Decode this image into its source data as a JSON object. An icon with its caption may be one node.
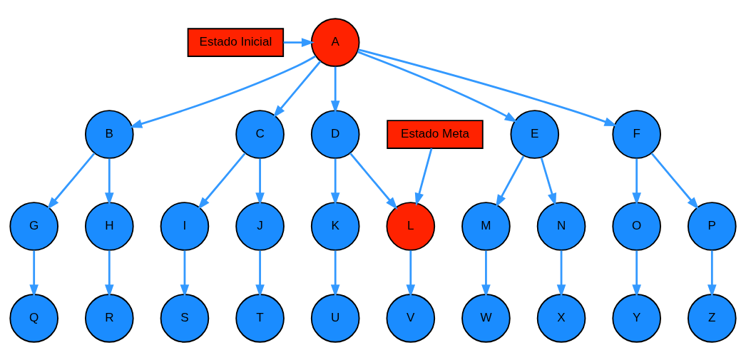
{
  "diagram": {
    "nodes": [
      {
        "text": [
          "Estado Inicial"
        ]
      },
      {
        "text": [
          "A"
        ]
      },
      {
        "text": [
          "B"
        ]
      },
      {
        "text": [
          "C"
        ]
      },
      {
        "text": [
          "D"
        ]
      },
      {
        "text": [
          "E"
        ]
      },
      {
        "text": [
          "F"
        ]
      },
      {
        "text": [
          "Estado Meta"
        ]
      },
      {
        "text": [
          "G"
        ]
      },
      {
        "text": [
          "H"
        ]
      },
      {
        "text": [
          "I"
        ]
      },
      {
        "text": [
          "J"
        ]
      },
      {
        "text": [
          "K"
        ]
      },
      {
        "text": [
          "L"
        ]
      },
      {
        "text": [
          "M"
        ]
      },
      {
        "text": [
          "N"
        ]
      },
      {
        "text": [
          "O"
        ]
      },
      {
        "text": [
          "P"
        ]
      },
      {
        "text": [
          "Q"
        ]
      },
      {
        "text": [
          "R"
        ]
      },
      {
        "text": [
          "S"
        ]
      },
      {
        "text": [
          "T"
        ]
      },
      {
        "text": [
          "U"
        ]
      },
      {
        "text": [
          "V"
        ]
      },
      {
        "text": [
          "W"
        ]
      },
      {
        "text": [
          "X"
        ]
      },
      {
        "text": [
          "Y"
        ]
      },
      {
        "text": [
          "Z"
        ]
      }
    ],
    "edges": [
      {
        "from": 0,
        "to": 1,
        "arrow": "to"
      },
      {
        "from": 1,
        "to": 2,
        "arrow": "to"
      },
      {
        "from": 1,
        "to": 3,
        "arrow": "to"
      },
      {
        "from": 1,
        "to": 4,
        "arrow": "to"
      },
      {
        "from": 1,
        "to": 5,
        "arrow": "to"
      },
      {
        "from": 1,
        "to": 6,
        "arrow": "to"
      },
      {
        "from": 2,
        "to": 8,
        "arrow": "to"
      },
      {
        "from": 2,
        "to": 9,
        "arrow": "to"
      },
      {
        "from": 3,
        "to": 10,
        "arrow": "to"
      },
      {
        "from": 3,
        "to": 11,
        "arrow": "to"
      },
      {
        "from": 4,
        "to": 12,
        "arrow": "to"
      },
      {
        "from": 4,
        "to": 13,
        "arrow": "to"
      },
      {
        "from": 7,
        "to": 13,
        "arrow": "to"
      },
      {
        "from": 5,
        "to": 14,
        "arrow": "to"
      },
      {
        "from": 5,
        "to": 15,
        "arrow": "to"
      },
      {
        "from": 6,
        "to": 16,
        "arrow": "to"
      },
      {
        "from": 6,
        "to": 17,
        "arrow": "to"
      },
      {
        "from": 8,
        "to": 18,
        "arrow": "to"
      },
      {
        "from": 9,
        "to": 19,
        "arrow": "to"
      },
      {
        "from": 10,
        "to": 20,
        "arrow": "to"
      },
      {
        "from": 11,
        "to": 21,
        "arrow": "to"
      },
      {
        "from": 12,
        "to": 22,
        "arrow": "to"
      },
      {
        "from": 13,
        "to": 23,
        "arrow": "to"
      },
      {
        "from": 14,
        "to": 24,
        "arrow": "to"
      },
      {
        "from": 15,
        "to": 25,
        "arrow": "to"
      },
      {
        "from": 16,
        "to": 26,
        "arrow": "to"
      },
      {
        "from": 17,
        "to": 27,
        "arrow": "to"
      }
    ]
  }
}
